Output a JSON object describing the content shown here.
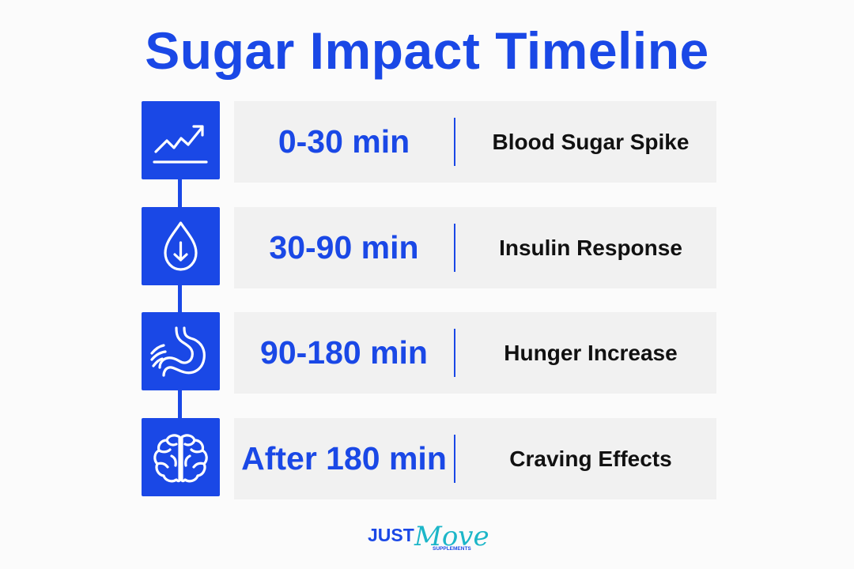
{
  "title": "Sugar Impact Timeline",
  "colors": {
    "accent": "#1a48e6",
    "card_background": "#f1f1f1",
    "label_text": "#111111",
    "logo_teal": "#1cb6c8"
  },
  "timeline": [
    {
      "icon": "trending-up-chart-icon",
      "time": "0-30 min",
      "label": "Blood Sugar Spike"
    },
    {
      "icon": "droplet-arrow-down-icon",
      "time": "30-90 min",
      "label": "Insulin Response"
    },
    {
      "icon": "stomach-icon",
      "time": "90-180 min",
      "label": "Hunger Increase"
    },
    {
      "icon": "brain-icon",
      "time": "After 180 min",
      "label": "Craving Effects"
    }
  ],
  "logo": {
    "word1": "JUST",
    "word2": "Move",
    "word3": "SUPPLEMENTS"
  }
}
